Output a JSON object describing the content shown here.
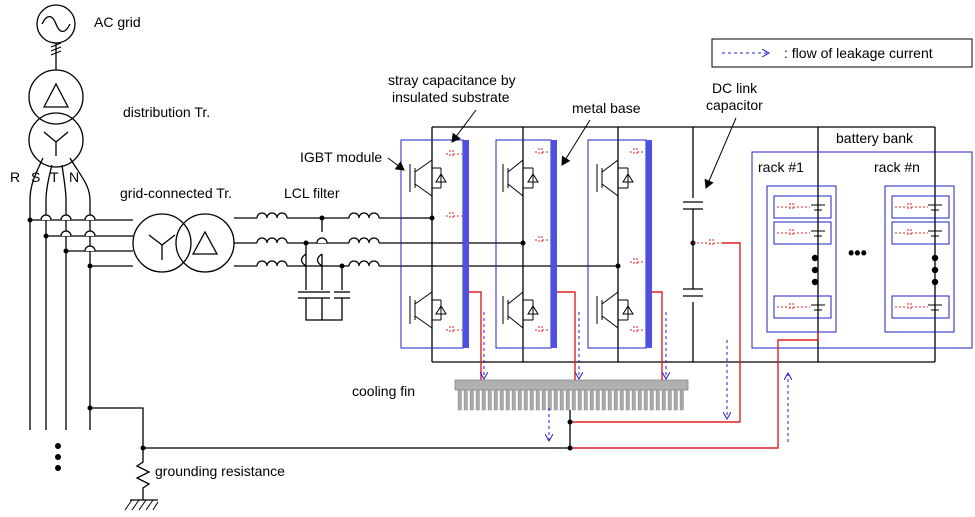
{
  "labels": {
    "ac_grid": "AC grid",
    "distribution_tr": "distribution Tr.",
    "phase_r": "R",
    "phase_s": "S",
    "phase_t": "T",
    "phase_n": "N",
    "grid_connected_tr": "grid-connected Tr.",
    "lcl_filter": "LCL filter",
    "igbt_module": "IGBT module",
    "stray_capacitance_line1": "stray capacitance by",
    "stray_capacitance_line2": "insulated substrate",
    "metal_base": "metal base",
    "dc_link_line1": "DC link",
    "dc_link_line2": "capacitor",
    "battery_bank": "battery bank",
    "rack_1": "rack #1",
    "rack_n": "rack #n",
    "rack_ellipsis": "•••",
    "cooling_fin": "cooling fin",
    "grounding_resistance": "grounding resistance"
  },
  "legend": {
    "text": ": flow of leakage current"
  },
  "colors": {
    "wire": "#000000",
    "module_outline": "#2020c0",
    "metal_base": "#5050e0",
    "leakage_path": "#e02020",
    "leakage_arrow": "#2020d0",
    "heatsink": "#a8a8a8"
  }
}
